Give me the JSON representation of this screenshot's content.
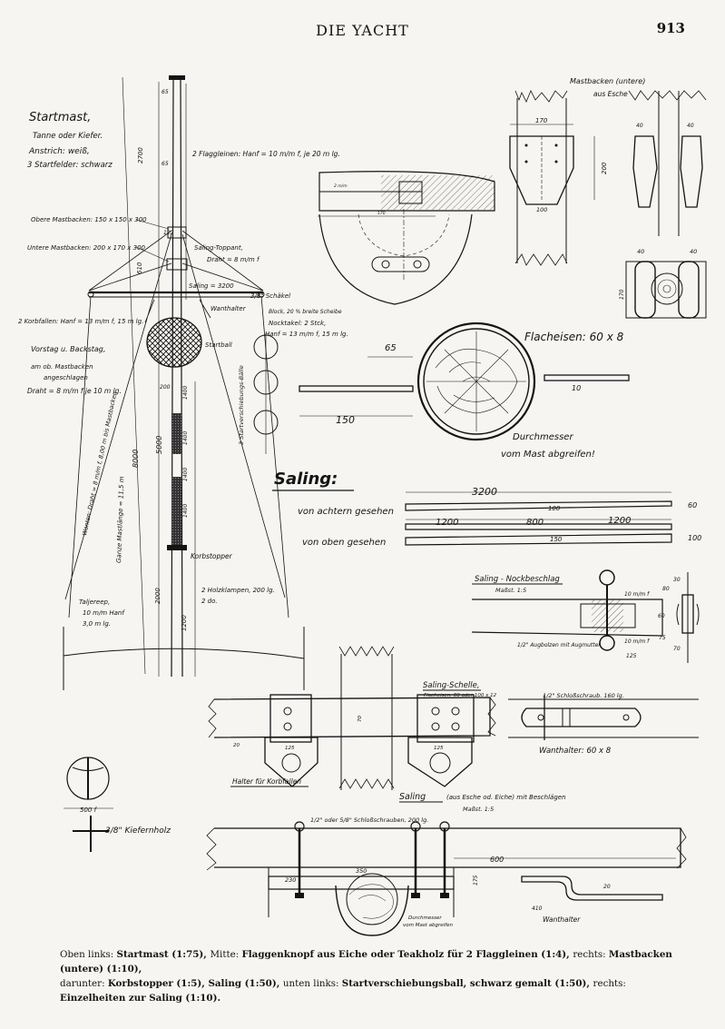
{
  "header": {
    "title": "DIE YACHT",
    "page_number": "913"
  },
  "mast": {
    "title": "Startmast,",
    "notes": [
      "Tanne oder Kiefer.",
      "Anstrich: weiß,",
      "3 Startfelder: schwarz"
    ],
    "dims": [
      "65",
      "2700",
      "65",
      "122",
      "610",
      "5000",
      "8000",
      "2000",
      "1200",
      "1400",
      "1400",
      "1400",
      "1400",
      "200"
    ],
    "labels": {
      "flaggleinen": "2 Flaggleinen: Hanf = 10 m/m f, je 20 m lg.",
      "obere_mastbacken": "Obere Mastbacken: 150 x 150 x 300",
      "untere_mastbacken": "Untere Mastbacken: 200 x 170 x 300",
      "saling_toppant": "Saling-Toppant,",
      "saling_toppant_draht": "Draht = 8 m/m f",
      "saling_len": "Saling = 3200",
      "schaekel": "3/8\" Schäkel",
      "block": "Block, 20 % breite Scheibe",
      "korbfallen": "2 Korbfallen: Hanf = 13 m/m f, 15 m lg.",
      "wanthalter": "Wanthalter",
      "nocktakel": "Nocktakel: 2 Stck,",
      "nocktakel_hanf": "Hanf = 13 m/m f, 15 m lg.",
      "startball": "Startball",
      "vorstag": "Vorstag u. Backstag,",
      "vorstag2": "am ob. Mastbacken",
      "vorstag3": "angeschlagen",
      "draht": "Draht = 8 m/m f je 10 m lg.",
      "startverschiebungsball": "3 Startverschiebungs-Bälle",
      "wanten": "Wanten: Draht = 8 m/m f, 8,00 m bis Mastbacken",
      "ganze_mastlaenge": "Ganze Mastlänge = 11,5 m",
      "korbstopper": "Korbstopper",
      "holzklampen": "2 Holzklampen, 200 lg.",
      "holzklampen_do": "2 do.",
      "taljereep": "Taljereep,",
      "taljereep_hanf": "10 m/m Hanf",
      "taljereep_lg": "3,0 m lg."
    }
  },
  "flaggenknopf": {
    "dim1": "2 m/m",
    "dim2": "170"
  },
  "mastbacken": {
    "title": "Mastbacken (untere)",
    "material": "aus Esche",
    "dims": [
      "170",
      "200",
      "100",
      "40",
      "40",
      "40",
      "40",
      "170"
    ]
  },
  "flacheisen": {
    "label": "Flacheisen: 60 x 8",
    "dim_65": "65",
    "dim_150": "150",
    "dim_10": "10",
    "durchmesser": "Durchmesser",
    "abgreifen": "vom Mast abgreifen!"
  },
  "saling": {
    "title": "Saling:",
    "achtern": "von achtern gesehen",
    "oben": "von oben gesehen",
    "dim_3200": "3200",
    "dim_1200a": "1200",
    "dim_800": "800",
    "dim_1200b": "1200",
    "dim_100": "100",
    "dim_150": "150",
    "dim_60": "60",
    "dim_100b": "100"
  },
  "nockbeschlag": {
    "title": "Saling - Nockbeschlag",
    "scale": "Maßst. 1:5",
    "note1": "10 m/m f",
    "note2": "1/2\" Augbolzen mit Augmutter",
    "note3": "10 m/m f",
    "dims": [
      "60",
      "80",
      "75",
      "125",
      "30",
      "70"
    ]
  },
  "schelle": {
    "title": "Saling-Schelle,",
    "sub": "Flacheisen: 80 oder 100 x 12",
    "halter": "Halter für Korbfallen",
    "dims": [
      "125",
      "20",
      "70",
      "125"
    ]
  },
  "wanthalter_detail": {
    "label": "Wanthalter: 60 x 8",
    "bolt": "1/2\" Schloßschraub. 160 lg."
  },
  "ball": {
    "dim_500": "500 f",
    "kiefernholz": "3/8\" Kiefernholz"
  },
  "saling_detail": {
    "title": "Saling",
    "material": "(aus Esche od. Eiche) mit Beschlägen",
    "scale": "Maßst. 1:5",
    "bolts": "1/2\" oder 5/8\" Schloßschrauben, 200 lg.",
    "dims": [
      "230",
      "350",
      "600",
      "175",
      "20"
    ],
    "durchmesser": "Durchmesser",
    "abgreifen": "vom Mast abgreifen",
    "wanthalter": "Wanthalter",
    "a10": "410"
  },
  "caption": {
    "p1": "Oben links: ",
    "b1": "Startmast (1:75), ",
    "p2": "Mitte: ",
    "b2": "Flaggenknopf aus Eiche oder Teakholz für 2 Flaggleinen (1:4), ",
    "p3": "rechts: ",
    "b3": "Mastbacken (untere) (1:10),",
    "p4": "darunter: ",
    "b4": "Korbstopper (1:5), Saling (1:50), ",
    "p5": "unten links: ",
    "b5": "Startverschiebungsball, schwarz gemalt (1:50), ",
    "p6": "rechts: ",
    "b6": "Einzelheiten zur Saling (1:10)."
  }
}
